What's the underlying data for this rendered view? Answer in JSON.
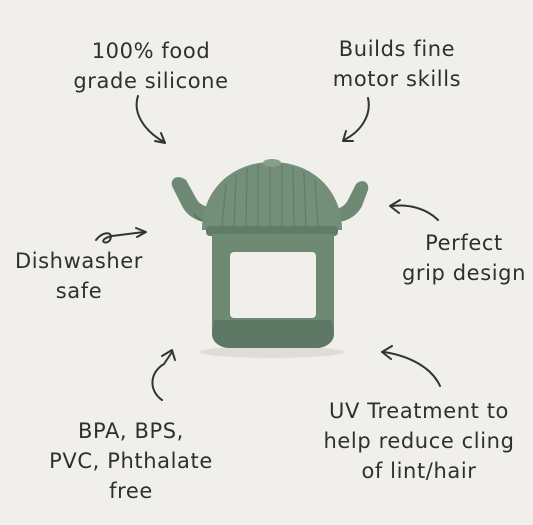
{
  "callouts": {
    "food_grade": [
      "100% food",
      "grade silicone"
    ],
    "motor_skills": [
      "Builds fine",
      "motor skills"
    ],
    "dishwasher": [
      "Dishwasher",
      "safe"
    ],
    "grip": [
      "Perfect",
      "grip design"
    ],
    "bpa_free": [
      "BPA, BPS,",
      "PVC, Phthalate",
      "free"
    ],
    "uv_treatment": [
      "UV Treatment to",
      "help reduce cling",
      "of lint/hair"
    ]
  },
  "colors": {
    "background": "#f1efec",
    "text": "#2f2f2f",
    "product": "#6f8a74",
    "product_shadow": "#587361",
    "product_light": "#86a08a"
  },
  "product": {
    "icon": "cactus-teether-icon"
  }
}
